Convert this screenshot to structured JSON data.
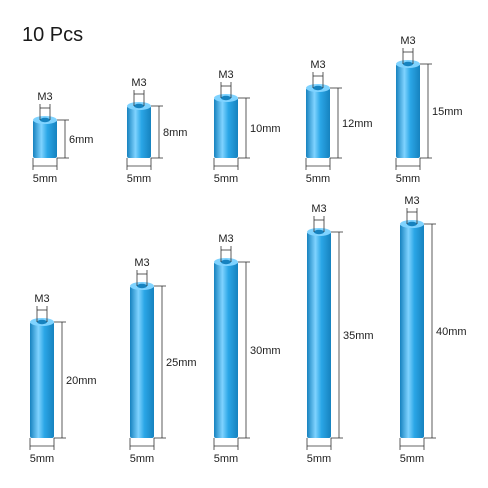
{
  "title": "10 Pcs",
  "colors": {
    "standoff_body": "#2aa6e6",
    "standoff_highlight": "#7fd3ff",
    "standoff_shadow": "#1682bf",
    "dimension_line": "#333333"
  },
  "thread_label": "M3",
  "diameter_label": "5mm",
  "standoffs": [
    {
      "length_label": "6mm",
      "length_mm": 6
    },
    {
      "length_label": "8mm",
      "length_mm": 8
    },
    {
      "length_label": "10mm",
      "length_mm": 10
    },
    {
      "length_label": "12mm",
      "length_mm": 12
    },
    {
      "length_label": "15mm",
      "length_mm": 15
    },
    {
      "length_label": "20mm",
      "length_mm": 20
    },
    {
      "length_label": "25mm",
      "length_mm": 25
    },
    {
      "length_label": "30mm",
      "length_mm": 30
    },
    {
      "length_label": "35mm",
      "length_mm": 35
    },
    {
      "length_label": "40mm",
      "length_mm": 40
    }
  ]
}
